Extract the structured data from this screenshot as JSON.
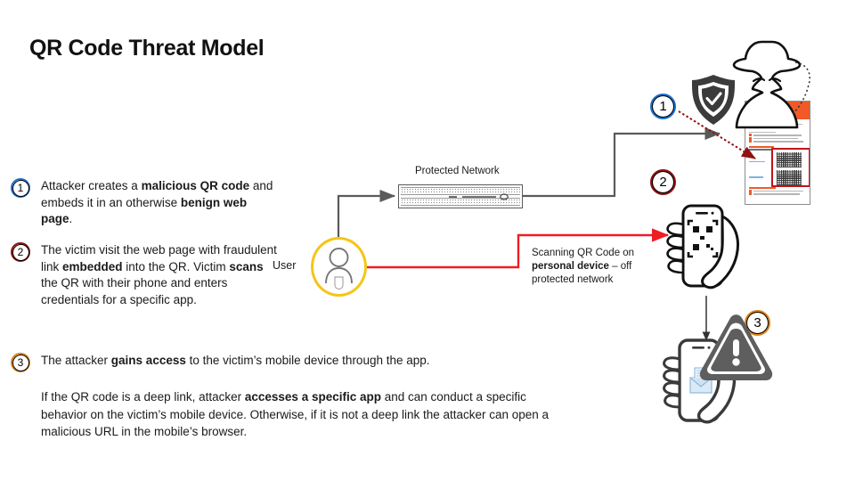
{
  "title": "QR Code Threat Model",
  "steps": [
    {
      "num": "1",
      "color": "#1f6fd0",
      "runs": [
        {
          "t": "Attacker creates a ",
          "b": false
        },
        {
          "t": "malicious QR code",
          "b": true
        },
        {
          "t": " and embeds it in an otherwise ",
          "b": false
        },
        {
          "t": "benign web page",
          "b": true
        },
        {
          "t": ".",
          "b": false
        }
      ]
    },
    {
      "num": "2",
      "color": "#8f1212",
      "runs": [
        {
          "t": "The victim visit the web page with fraudulent link ",
          "b": false
        },
        {
          "t": "embedded",
          "b": true
        },
        {
          "t": " into the QR. Victim ",
          "b": false
        },
        {
          "t": "scans",
          "b": true
        },
        {
          "t": " the QR with their phone and enters credentials for a specific app.",
          "b": false
        }
      ]
    },
    {
      "num": "3",
      "color": "#d9831f",
      "runs": [
        {
          "t": "The attacker ",
          "b": false
        },
        {
          "t": "gains access",
          "b": true
        },
        {
          "t": " to the victim’s mobile device through the app.",
          "b": false
        }
      ]
    }
  ],
  "paragraph": {
    "runs": [
      {
        "t": "If the QR code is a deep link, attacker ",
        "b": false
      },
      {
        "t": "accesses a specific app",
        "b": true
      },
      {
        "t": " and can conduct a specific behavior on the victim’s mobile device. Otherwise, if it is not a deep link the attacker can open a malicious URL in the mobile’s browser.",
        "b": false
      }
    ]
  },
  "diagram": {
    "user_label": "User",
    "network_label": "Protected Network",
    "scan_note": {
      "runs": [
        {
          "t": "Scanning QR Code on ",
          "b": false
        },
        {
          "t": "personal device",
          "b": true
        },
        {
          "t": " – off protected network",
          "b": false
        }
      ]
    },
    "markers": [
      {
        "num": "1",
        "color": "#1f6fd0"
      },
      {
        "num": "2",
        "color": "#8f1212"
      },
      {
        "num": "3",
        "color": "#d9831f"
      }
    ],
    "icons": {
      "attacker": "hacker-icon",
      "shield": "shield-check-icon",
      "firewall": "firewall-icon",
      "user": "user-avatar-icon",
      "phone_qr": "hand-phone-qr-icon",
      "phone_mail": "hand-phone-mail-icon",
      "warning": "warning-triangle-icon",
      "webpage": "webpage-mock-icon"
    },
    "colors": {
      "attack_flow": "#ef1c24",
      "normal_flow": "#5a5a5a",
      "embed_arrow": "#8f1212",
      "user_ring": "#f5c518",
      "webpage_header": "#ef5a28",
      "qr_highlight": "#c0151b",
      "warning_gray": "#5e5e5e"
    }
  }
}
